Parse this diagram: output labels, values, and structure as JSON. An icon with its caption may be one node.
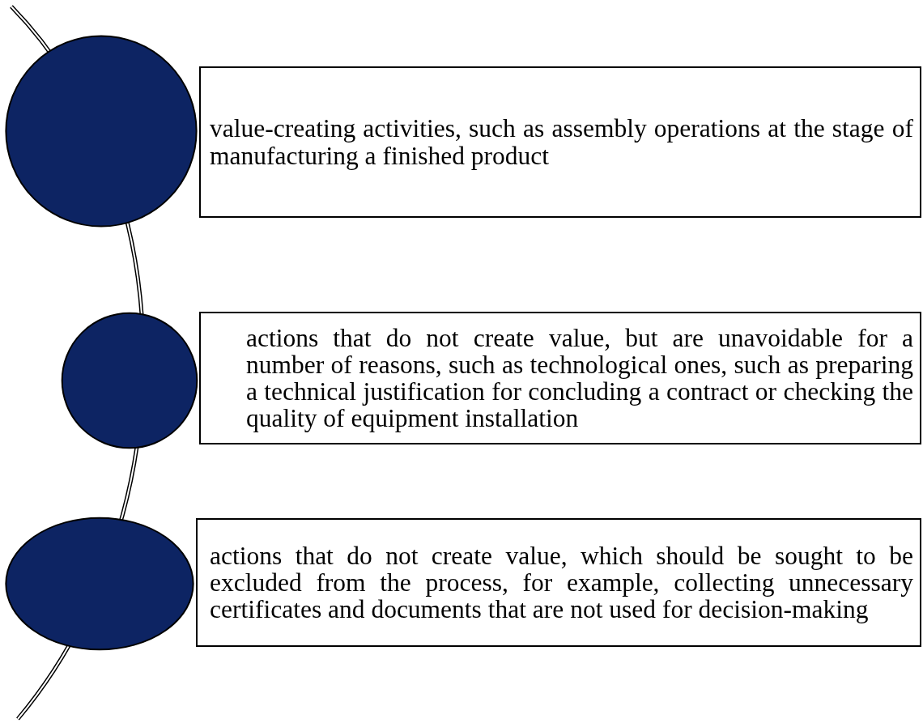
{
  "diagram": {
    "nodes": [
      {
        "text": [],
        "shape": "circle"
      },
      {
        "text": [
          "value-creating activities, such as assembly operations at the stage of manufacturing a finished product"
        ]
      },
      {
        "text": [],
        "shape": "circle"
      },
      {
        "text": [
          "actions that do not create value, but are unavoidable for a number of reasons, such as technological ones, such as preparing a technical justification for concluding a contract or checking the quality of equipment installation"
        ]
      },
      {
        "text": [],
        "shape": "circle"
      },
      {
        "text": [
          "actions that do not create value, which should be sought to be excluded from the process, for example, collecting unnecessary certificates and documents that are not used for decision-making"
        ]
      }
    ]
  }
}
